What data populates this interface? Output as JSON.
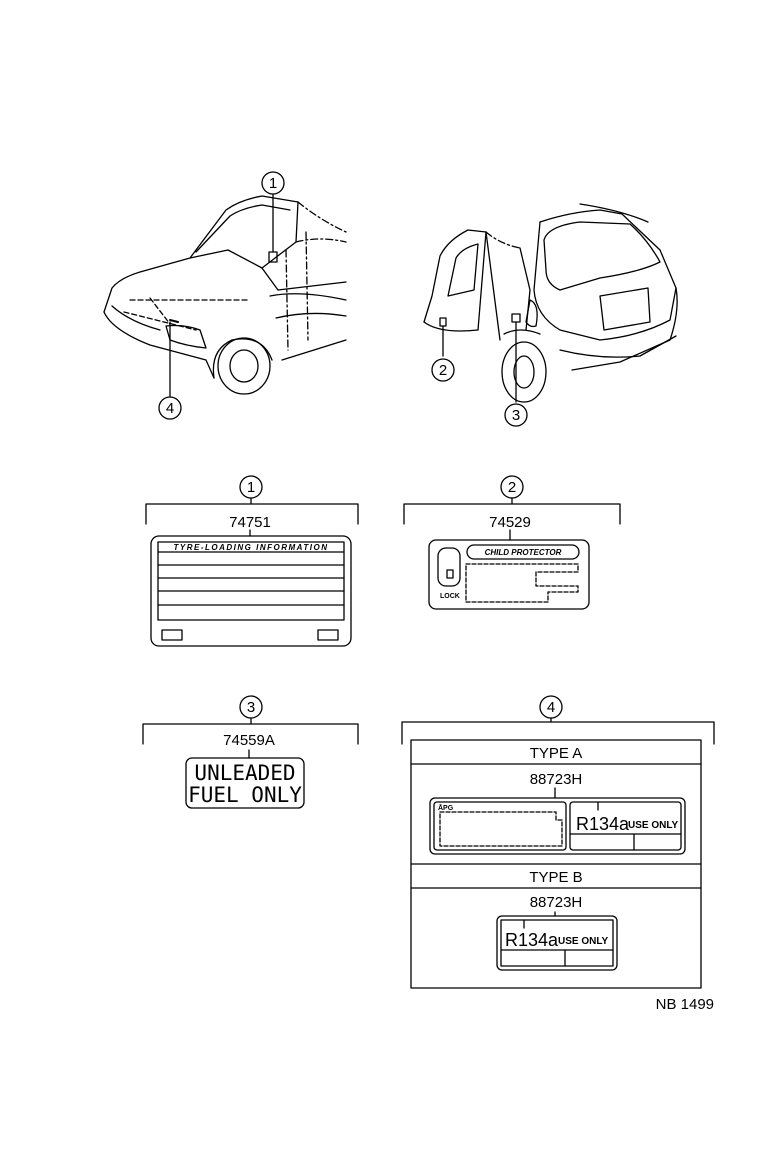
{
  "callouts": [
    "1",
    "2",
    "3",
    "4"
  ],
  "labels": {
    "label1": {
      "part_number": "74751",
      "title": "TYRE-LOADING INFORMATION"
    },
    "label2": {
      "part_number": "74529",
      "title": "CHILD PROTECTOR",
      "lock": "LOCK"
    },
    "label3": {
      "part_number": "74559A",
      "line1": "UNLEADED",
      "line2": "FUEL ONLY"
    },
    "label4": {
      "type_a": {
        "title": "TYPE A",
        "part_number": "88723H",
        "small_mark": "ĀPG",
        "refrigerant": "R134a",
        "use_only": "USE ONLY"
      },
      "type_b": {
        "title": "TYPE B",
        "part_number": "88723H",
        "refrigerant": "R134a",
        "use_only": "USE ONLY"
      }
    }
  },
  "figure_code": "NB 1499"
}
